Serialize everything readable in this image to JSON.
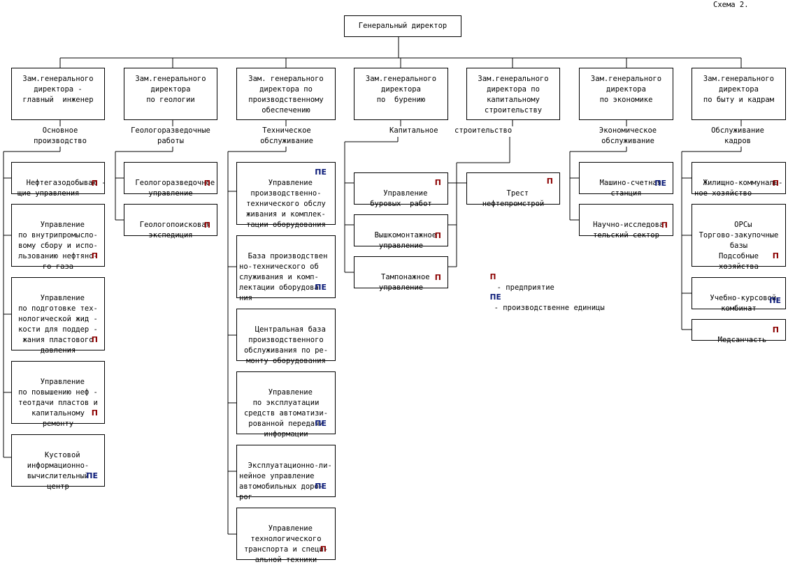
{
  "schema_label": "Схема 2.",
  "root": "Генеральный директор",
  "deputies": [
    "Зам.генерального\nдиректора -\nглавный  инженер",
    "Зам.генерального\nдиректора\nпо геологии",
    "Зам. генерального\nдиректора по\nпроизводственному\nобеспечению",
    "Зам.генерального\nдиректора\nпо  бурению",
    "Зам.генерального\nдиректора по\nкапитальному\nстроительству",
    "Зам.генерального\nдиректора\nпо экономике",
    "Зам.генерального\nдиректора\nпо быту и кадрам"
  ],
  "group_labels": [
    "Основное\nпроизводство",
    "Геологоразведочные\nработы",
    "Техническое\nобслуживание",
    "Капитальное",
    "строительство",
    "Экономическое\nобслуживание",
    "Обслуживание\nкадров"
  ],
  "units": {
    "col1": [
      {
        "text": "Нефтегазодобываю -\nщие управления",
        "badge": "П"
      },
      {
        "text": "Управление\nпо внутрипромысло-\nвому сбору и испо-\nльзованию нефтяно-\nго газа",
        "badge": "П"
      },
      {
        "text": "Управление\nпо подготовке тех-\nнологической жид -\nкости для поддер -\nжания пластового\nдавления",
        "badge": "П"
      },
      {
        "text": "Управление\nпо повышению неф -\nтеотдачи пластов и\nкапитальному\nремонту",
        "badge": "П"
      },
      {
        "text": "Кустовой\nинформационно-\nвычислительный\nцентр",
        "badge": "ПЕ"
      }
    ],
    "col2": [
      {
        "text": "Геологоразведочное\nуправление",
        "badge": "П"
      },
      {
        "text": "Геологопоисковая\nэкспедиция",
        "badge": "П"
      }
    ],
    "col3": [
      {
        "text": "Управление\nпроизводственно-\nтехнического обслу\nживания и комплек-\nтации оборудования",
        "badge": "ПЕ"
      },
      {
        "text": "База производствен\nно-технического об\nслуживания и комп-\nлектации оборудова\nния",
        "badge": "ПЕ"
      },
      {
        "text": "Центральная база\nпроизводственного\nобслуживания по ре-\nмонту оборудования",
        "badge": ""
      },
      {
        "text": "Управление\nпо эксплуатации\nсредств автоматизи-\nрованной передачи\nинформации",
        "badge": "ПЕ"
      },
      {
        "text": "Эксплуатационно-ли-\nнейное управление\nавтомобильных доро-\nрог",
        "badge": "ПЕ"
      },
      {
        "text": "Управление\nтехнологического\nтранспорта и специ-\nальной техники",
        "badge": "П"
      }
    ],
    "col4": [
      {
        "text": "Управление\nбуровых  работ",
        "badge": "П"
      },
      {
        "text": "Вышкомонтажное\nуправление",
        "badge": "П"
      },
      {
        "text": "Тампонажное\nуправление",
        "badge": "П"
      }
    ],
    "col5": [
      {
        "text": "Трест\nнефтепромстрой",
        "badge": "П"
      }
    ],
    "col6": [
      {
        "text": "Машино-счетная\nстанция",
        "badge": "ПЕ"
      },
      {
        "text": "Научно-исследова-\nтельский сектор",
        "badge": "П"
      }
    ],
    "col7": [
      {
        "text": "Жилищно-коммуналь-\nное хозяйство",
        "badge": "П"
      },
      {
        "text": "ОРСы\nТоргово-закупочные\nбазы\nПодсобные\nхозяйства",
        "badge": "П"
      },
      {
        "text": "Учебно-курсовой\nкомбинат",
        "badge": "ПЕ"
      },
      {
        "text": "Медсанчасть",
        "badge": "П"
      }
    ]
  },
  "legend": [
    {
      "symbol": "П",
      "text": "- предприятие"
    },
    {
      "symbol": "ПЕ",
      "text": "- производственне единицы"
    }
  ]
}
